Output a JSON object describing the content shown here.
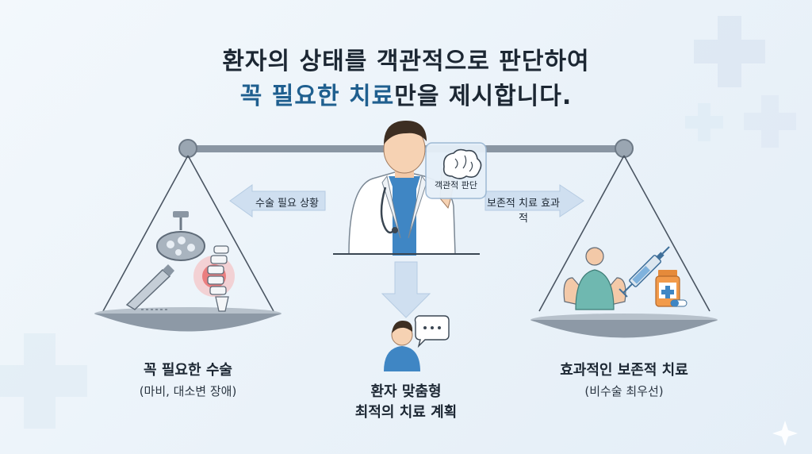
{
  "title": {
    "line1": "환자의 상태를 객관적으로 판단하여",
    "line2_highlight": "꼭 필요한 치료",
    "line2_rest": "만을 제시합니다."
  },
  "doctor": {
    "tablet_label": "객관적 판단"
  },
  "arrows": {
    "left_label": "수술 필요 상황",
    "right_label": "보존적 치료 효과적"
  },
  "left_pan": {
    "title": "꼭 필요한 수술",
    "subtitle": "(마비, 대소변 장애)"
  },
  "right_pan": {
    "title": "효과적인 보존적 치료",
    "subtitle": "(비수술 최우선)"
  },
  "center": {
    "line1": "환자 맞춤형",
    "line2": "최적의 치료 계획"
  },
  "colors": {
    "accent": "#1f5f8f",
    "scrub": "#3f86c4",
    "beam": "#8a96a3",
    "alert": "#e23b3b"
  }
}
